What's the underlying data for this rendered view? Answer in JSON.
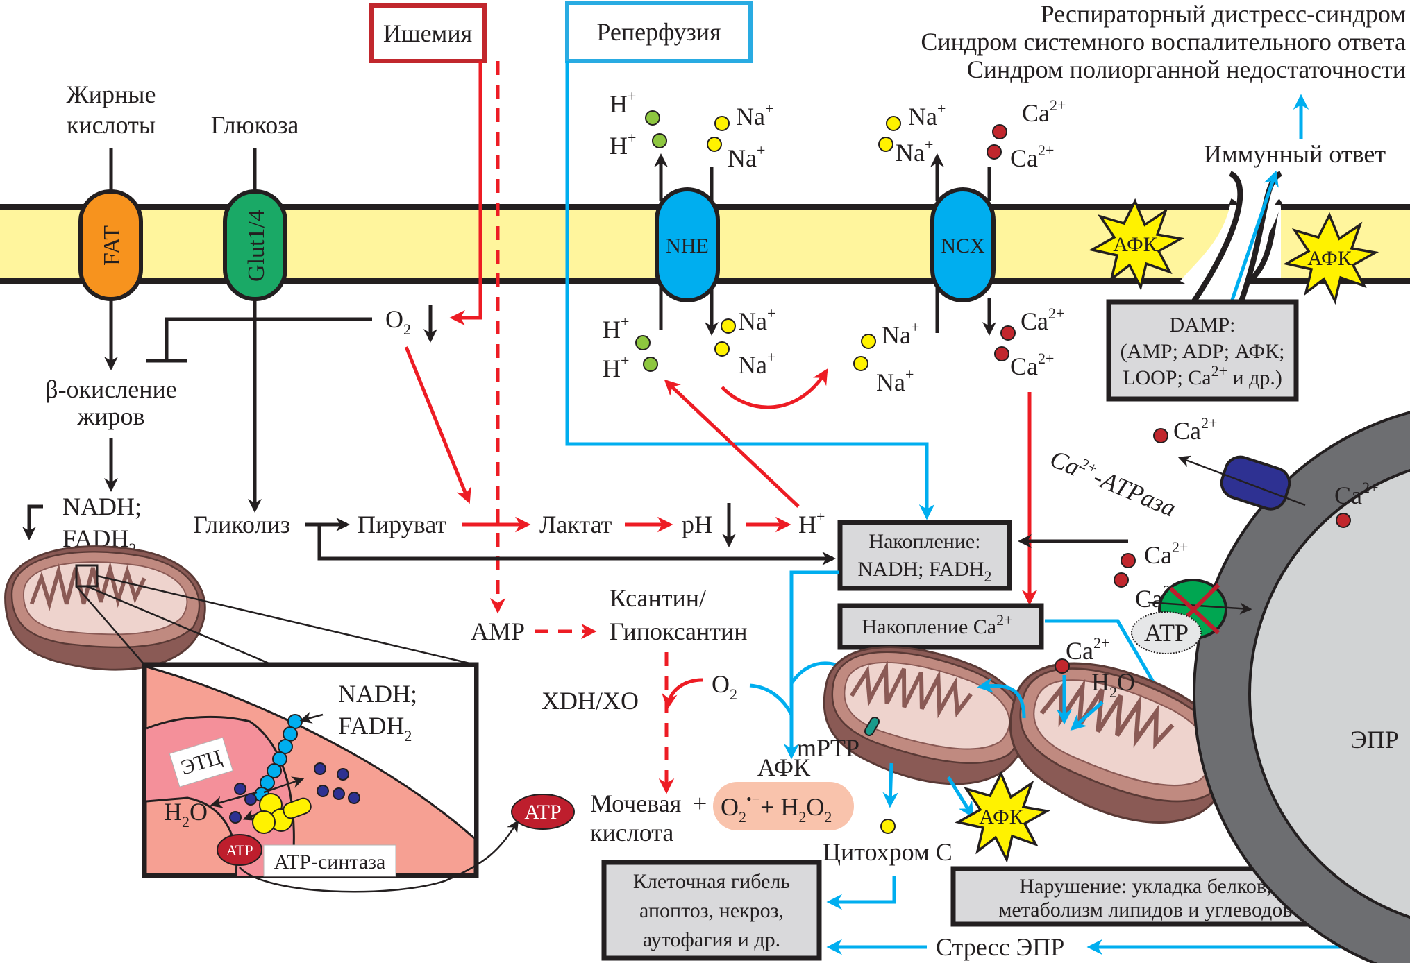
{
  "title": "Ischemia-reperfusion injury pathway diagram",
  "colors": {
    "ischemia": "#c1272d",
    "reperfusion": "#29abe2",
    "membrane": "#fff59d",
    "fat_transporter": "#f7931e",
    "glut_transporter": "#1aa966",
    "exchanger": "#00aeef",
    "h_ion": "#8dc63f",
    "na_ion": "#fff200",
    "ca_ion": "#c1272d",
    "afk_star": "#fff200",
    "box_fill": "#d9d9db",
    "red_arrow": "#ed1c24",
    "blue_arrow": "#00aeef",
    "er_outer": "#6d6e71",
    "er_inner": "#d1d3d4",
    "atpase": "#2e3192",
    "blocked_pump": "#00a651"
  },
  "triggers": {
    "ischemia": "Ишемия",
    "reperfusion": "Реперфузия"
  },
  "outcomes": {
    "line1": "Респираторный дистресс-синдром",
    "line2": "Синдром системного воспалительного ответа",
    "line3": "Синдром полиорганной недостаточности",
    "immune": "Иммунный ответ"
  },
  "substrates": {
    "fatty_acids_1": "Жирные",
    "fatty_acids_2": "кислоты",
    "glucose": "Глюкоза"
  },
  "transporters": {
    "fat": "FAT",
    "glut": "Glut1/4",
    "nhe": "NHE",
    "ncx": "NCX"
  },
  "ions": {
    "h": "H",
    "h_charge": "+",
    "na": "Na",
    "na_charge": "+",
    "ca": "Ca",
    "ca_charge": "2+"
  },
  "metabolism": {
    "o2": "O",
    "o2_sub": "2",
    "beta_ox_1": "β-окисление",
    "beta_ox_2": "жиров",
    "nadh": "NADH;",
    "fadh": "FADH",
    "fadh_sub": "2",
    "glycolysis": "Гликолиз",
    "pyruvate": "Пируват",
    "lactate": "Лактат",
    "ph": "pH",
    "hplus": "H",
    "hplus_charge": "+",
    "amp": "AMP",
    "xanthine_1": "Ксантин/",
    "xanthine_2": "Гипоксантин",
    "xdh": "XDH/XO",
    "uric_1": "Мочевая",
    "uric_2": "кислота",
    "plus": "+",
    "afk_label": "АФК",
    "superoxide": "O",
    "superoxide_sub": "2",
    "superoxide_sup": "•−",
    "peroxide": "+ H",
    "peroxide_sub1": "2",
    "peroxide_o": "O",
    "peroxide_sub2": "2"
  },
  "inset": {
    "nadh": "NADH;",
    "fadh": "FADH",
    "fadh_sub": "2",
    "etc": "ЭТЦ",
    "h2o": "H",
    "h2o_sub": "2",
    "h2o_o": "O",
    "atp": "ATP",
    "atp_synthase": "ATP-синтаза",
    "atp_out": "ATP"
  },
  "boxes": {
    "nadh_accum_1": "Накопление:",
    "nadh_accum_2": "NADH; FADH",
    "nadh_accum_sub": "2",
    "ca_accum": "Накопление Ca",
    "ca_accum_sup": "2+",
    "cell_death_1": "Клеточная гибель",
    "cell_death_2": "апоптоз, некроз,",
    "cell_death_3": "аутофагия и др.",
    "disruption_1": "Нарушение: укладка белков,",
    "disruption_2": "метаболизм липидов и углеводов",
    "damp_1": "DAMP:",
    "damp_2": "(AMP; ADP; АФК;",
    "damp_3a": "LOOP; Ca",
    "damp_3sup": "2+",
    "damp_3b": " и др.)"
  },
  "mito": {
    "mptp": "mPTP",
    "cytochrome": "Цитохром С",
    "afk": "АФК",
    "h2o": "H",
    "h2o_sub": "2",
    "h2o_o": "O"
  },
  "er": {
    "atpase_1": "Ca",
    "atpase_sup": "2+",
    "atpase_2": "-ATPаза",
    "atp": "ATP",
    "label": "ЭПР",
    "stress": "Стресс ЭПР"
  },
  "afk_star": "АФК"
}
